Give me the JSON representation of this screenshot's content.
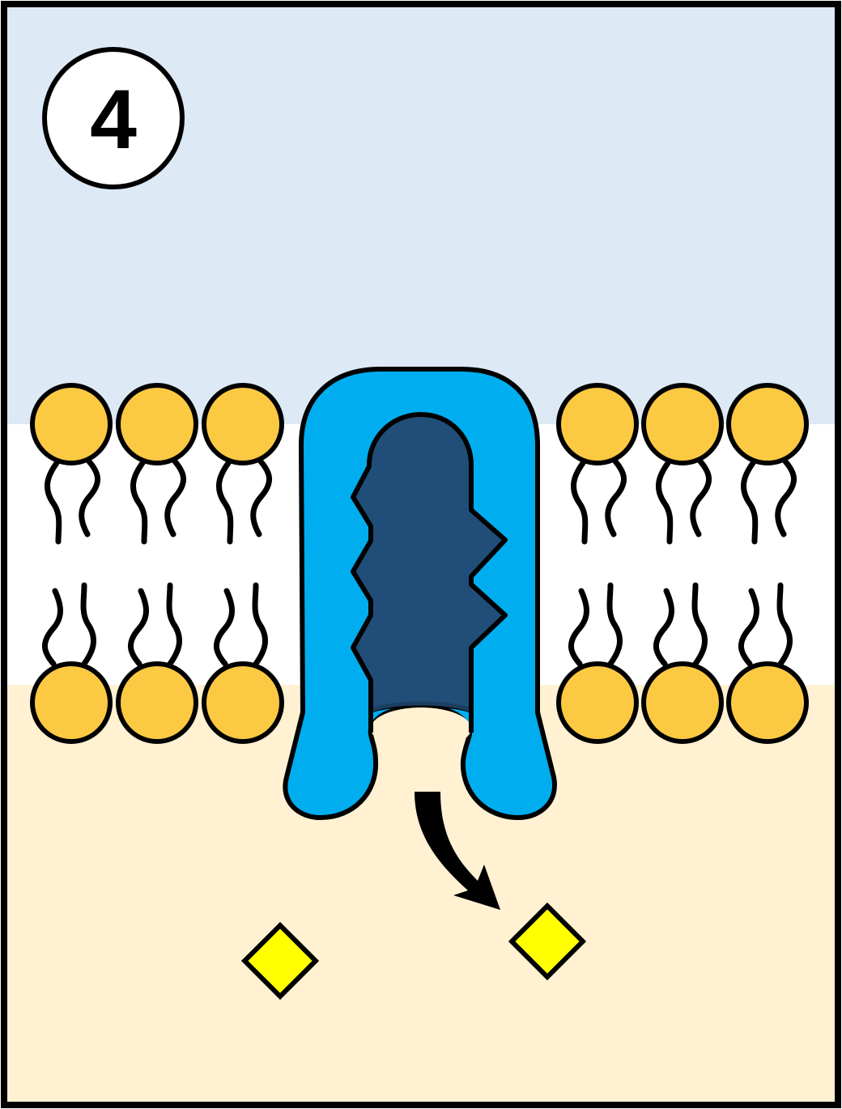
{
  "diagram": {
    "type": "membrane-transport-step",
    "step_number": "4",
    "regions": {
      "extracellular": {
        "color": "#dde9f5"
      },
      "membrane_core": {
        "color": "#ffffff"
      },
      "cytoplasm": {
        "color": "#fff1d2"
      }
    },
    "colors": {
      "frame": "#000000",
      "phospholipid_head": "#fcc943",
      "transporter_outer": "#00aeef",
      "transporter_channel": "#214e78",
      "solute": "#ffff00",
      "arrow": "#000000"
    },
    "phospholipids": {
      "upper_leaflet_left_count": 3,
      "upper_leaflet_right_count": 3,
      "lower_leaflet_left_count": 3,
      "lower_leaflet_right_count": 3
    },
    "transporter": {
      "state": "open to cytoplasm"
    },
    "solutes": [
      {
        "id": "solute-1",
        "shape": "diamond",
        "position": "cytoplasm-left"
      },
      {
        "id": "solute-2",
        "shape": "diamond",
        "position": "cytoplasm-right (released)"
      }
    ],
    "arrow": {
      "meaning": "solute released into cytoplasm"
    }
  }
}
